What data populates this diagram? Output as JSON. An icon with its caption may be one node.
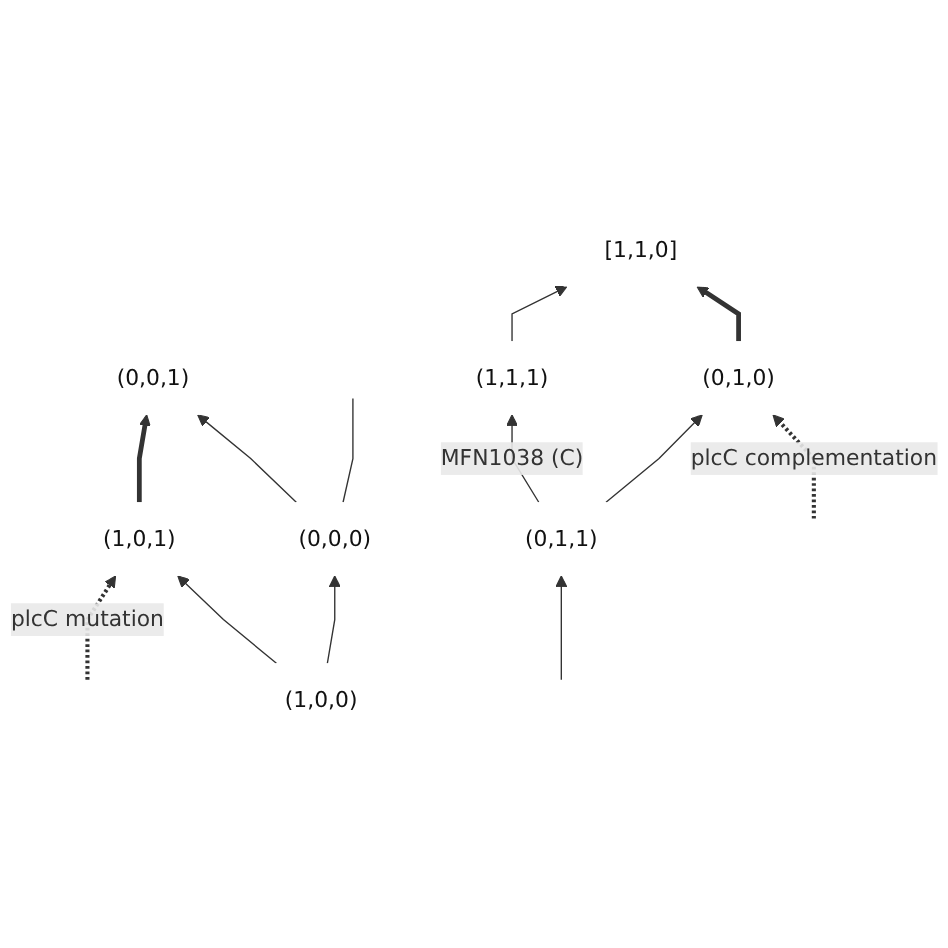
{
  "diagram": {
    "nodes": [
      {
        "text": [
          "(1,1,1)"
        ]
      },
      {
        "text": [
          "(1,0,1)"
        ]
      },
      {
        "text": [
          "[1,1,0]"
        ]
      },
      {
        "text": [
          "(1,0,0)"
        ]
      },
      {
        "text": [
          "(0,1,1)"
        ]
      },
      {
        "text": [
          "(0,0,1)"
        ]
      },
      {
        "text": [
          "(0,1,0)"
        ]
      },
      {
        "text": [
          "(0,0,0)"
        ]
      }
    ],
    "edges": [
      {
        "from": null,
        "to": 1,
        "arrow": "to",
        "style": "dashed",
        "label": "plcC mutation"
      },
      {
        "from": 0,
        "to": 2,
        "arrow": "to"
      },
      {
        "from": 4,
        "to": 0,
        "arrow": "to",
        "label": "MFN1038 (C)"
      },
      {
        "from": 3,
        "to": 1,
        "arrow": "to"
      },
      {
        "from": 1,
        "to": 5,
        "arrow": "to",
        "style": "thick"
      },
      {
        "from": null,
        "to": 4,
        "arrow": "to"
      },
      {
        "from": 6,
        "to": 2,
        "arrow": "to",
        "style": "thick"
      },
      {
        "from": 4,
        "to": 6,
        "arrow": "to"
      },
      {
        "from": 3,
        "to": 7,
        "arrow": "to"
      },
      {
        "from": 7,
        "to": 5,
        "arrow": "to"
      },
      {
        "from": 7,
        "to": null,
        "arrow": "none"
      },
      {
        "from": null,
        "to": 6,
        "arrow": "to",
        "style": "dashed",
        "label": "plcC complementation"
      }
    ]
  }
}
